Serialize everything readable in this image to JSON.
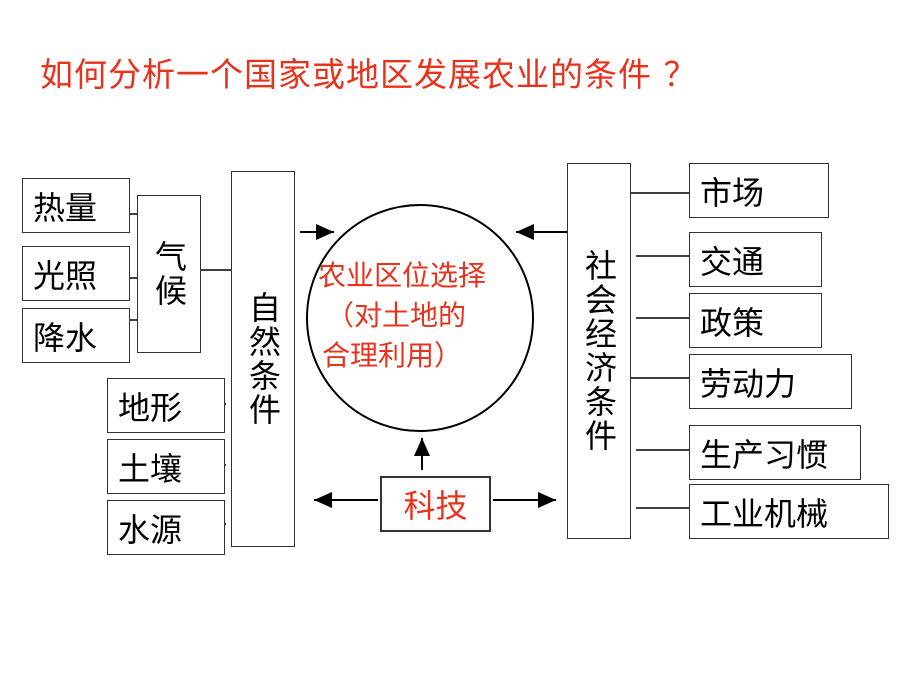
{
  "title": "如何分析一个国家或地区发展农业的条件 ？",
  "left_factors": {
    "climate_items": [
      "热量",
      "光照",
      "降水"
    ],
    "climate_label": "气候",
    "terrain_items": [
      "地形",
      "土壤",
      "水源"
    ],
    "natural_label": "自然条件"
  },
  "center": {
    "line1": "农业区位选择",
    "line2": "（对土地的",
    "line3": "合理利用）"
  },
  "technology": "科技",
  "right_factors": {
    "social_label": "社会经济条件",
    "items": [
      "市场",
      "交通",
      "政策",
      "劳动力",
      "生产习惯",
      "工业机械"
    ]
  },
  "colors": {
    "accent": "#e8321c",
    "line": "#333333"
  }
}
